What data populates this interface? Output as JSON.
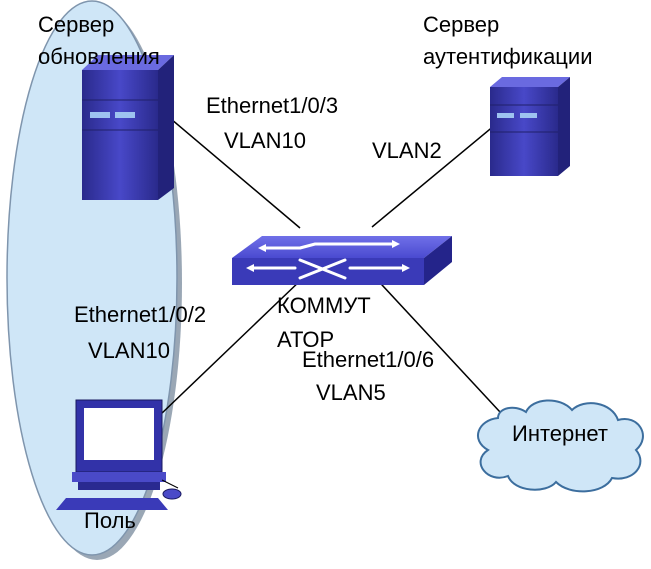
{
  "nodes": {
    "update_server": {
      "line1": "Сервер",
      "line2": "обновления"
    },
    "auth_server": {
      "line1": "Сервер",
      "line2": "аутентификации"
    },
    "switch": {
      "line1": "КОММУТ",
      "line2": "АТОР"
    },
    "user_pc": {
      "label": "Поль"
    },
    "internet": {
      "label": "Интернет"
    }
  },
  "links": {
    "update": {
      "port": "Ethernet1/0/3",
      "vlan": "VLAN10"
    },
    "auth": {
      "vlan": "VLAN2"
    },
    "user": {
      "port": "Ethernet1/0/2",
      "vlan": "VLAN10"
    },
    "internet": {
      "port": "Ethernet1/0/6",
      "vlan": "VLAN5"
    }
  },
  "colors": {
    "zone_fill": "#cfe6f7",
    "zone_border": "#8aa0b8",
    "device_fill": "#3b3bb0",
    "device_light": "#6a6ae0",
    "device_dark": "#22227a",
    "cloud_fill": "#cfe6f7",
    "cloud_stroke": "#3c6e9e",
    "line": "#000000"
  }
}
